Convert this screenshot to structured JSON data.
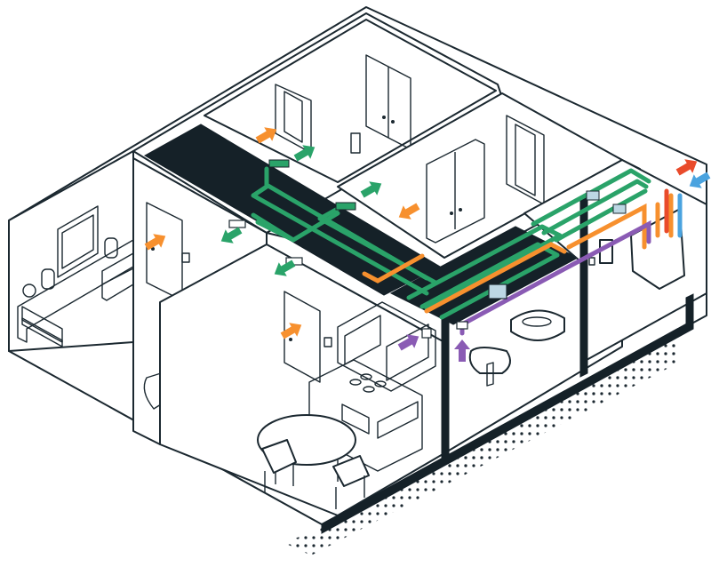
{
  "diagram": {
    "subject": "isometric-apartment-mvhr-ventilation",
    "colors": {
      "line": "#1b2830",
      "ceiling": "#152128",
      "supply": "#2aa369",
      "extract_vent": "#f7902e",
      "exhaust": "#8a5bb4",
      "intake_outdoor": "#4aa3df",
      "exhaust_outdoor": "#e94b2b",
      "duct_joint": "#bcd7e4"
    },
    "airflow_arrows": [
      {
        "id": "bedroom-top-extract",
        "color": "orange"
      },
      {
        "id": "bedroom-top-supply",
        "color": "green"
      },
      {
        "id": "bedroom-right-supply",
        "color": "green"
      },
      {
        "id": "bedroom-right-extract",
        "color": "orange"
      },
      {
        "id": "office-extract",
        "color": "orange"
      },
      {
        "id": "office-supply",
        "color": "green"
      },
      {
        "id": "kitchen-supply",
        "color": "green"
      },
      {
        "id": "kitchen-extract",
        "color": "orange"
      },
      {
        "id": "kitchen-exhaust",
        "color": "purple"
      },
      {
        "id": "bathroom-exhaust",
        "color": "purple"
      },
      {
        "id": "outdoor-exhaust",
        "color": "red"
      },
      {
        "id": "outdoor-intake",
        "color": "blue"
      }
    ]
  }
}
